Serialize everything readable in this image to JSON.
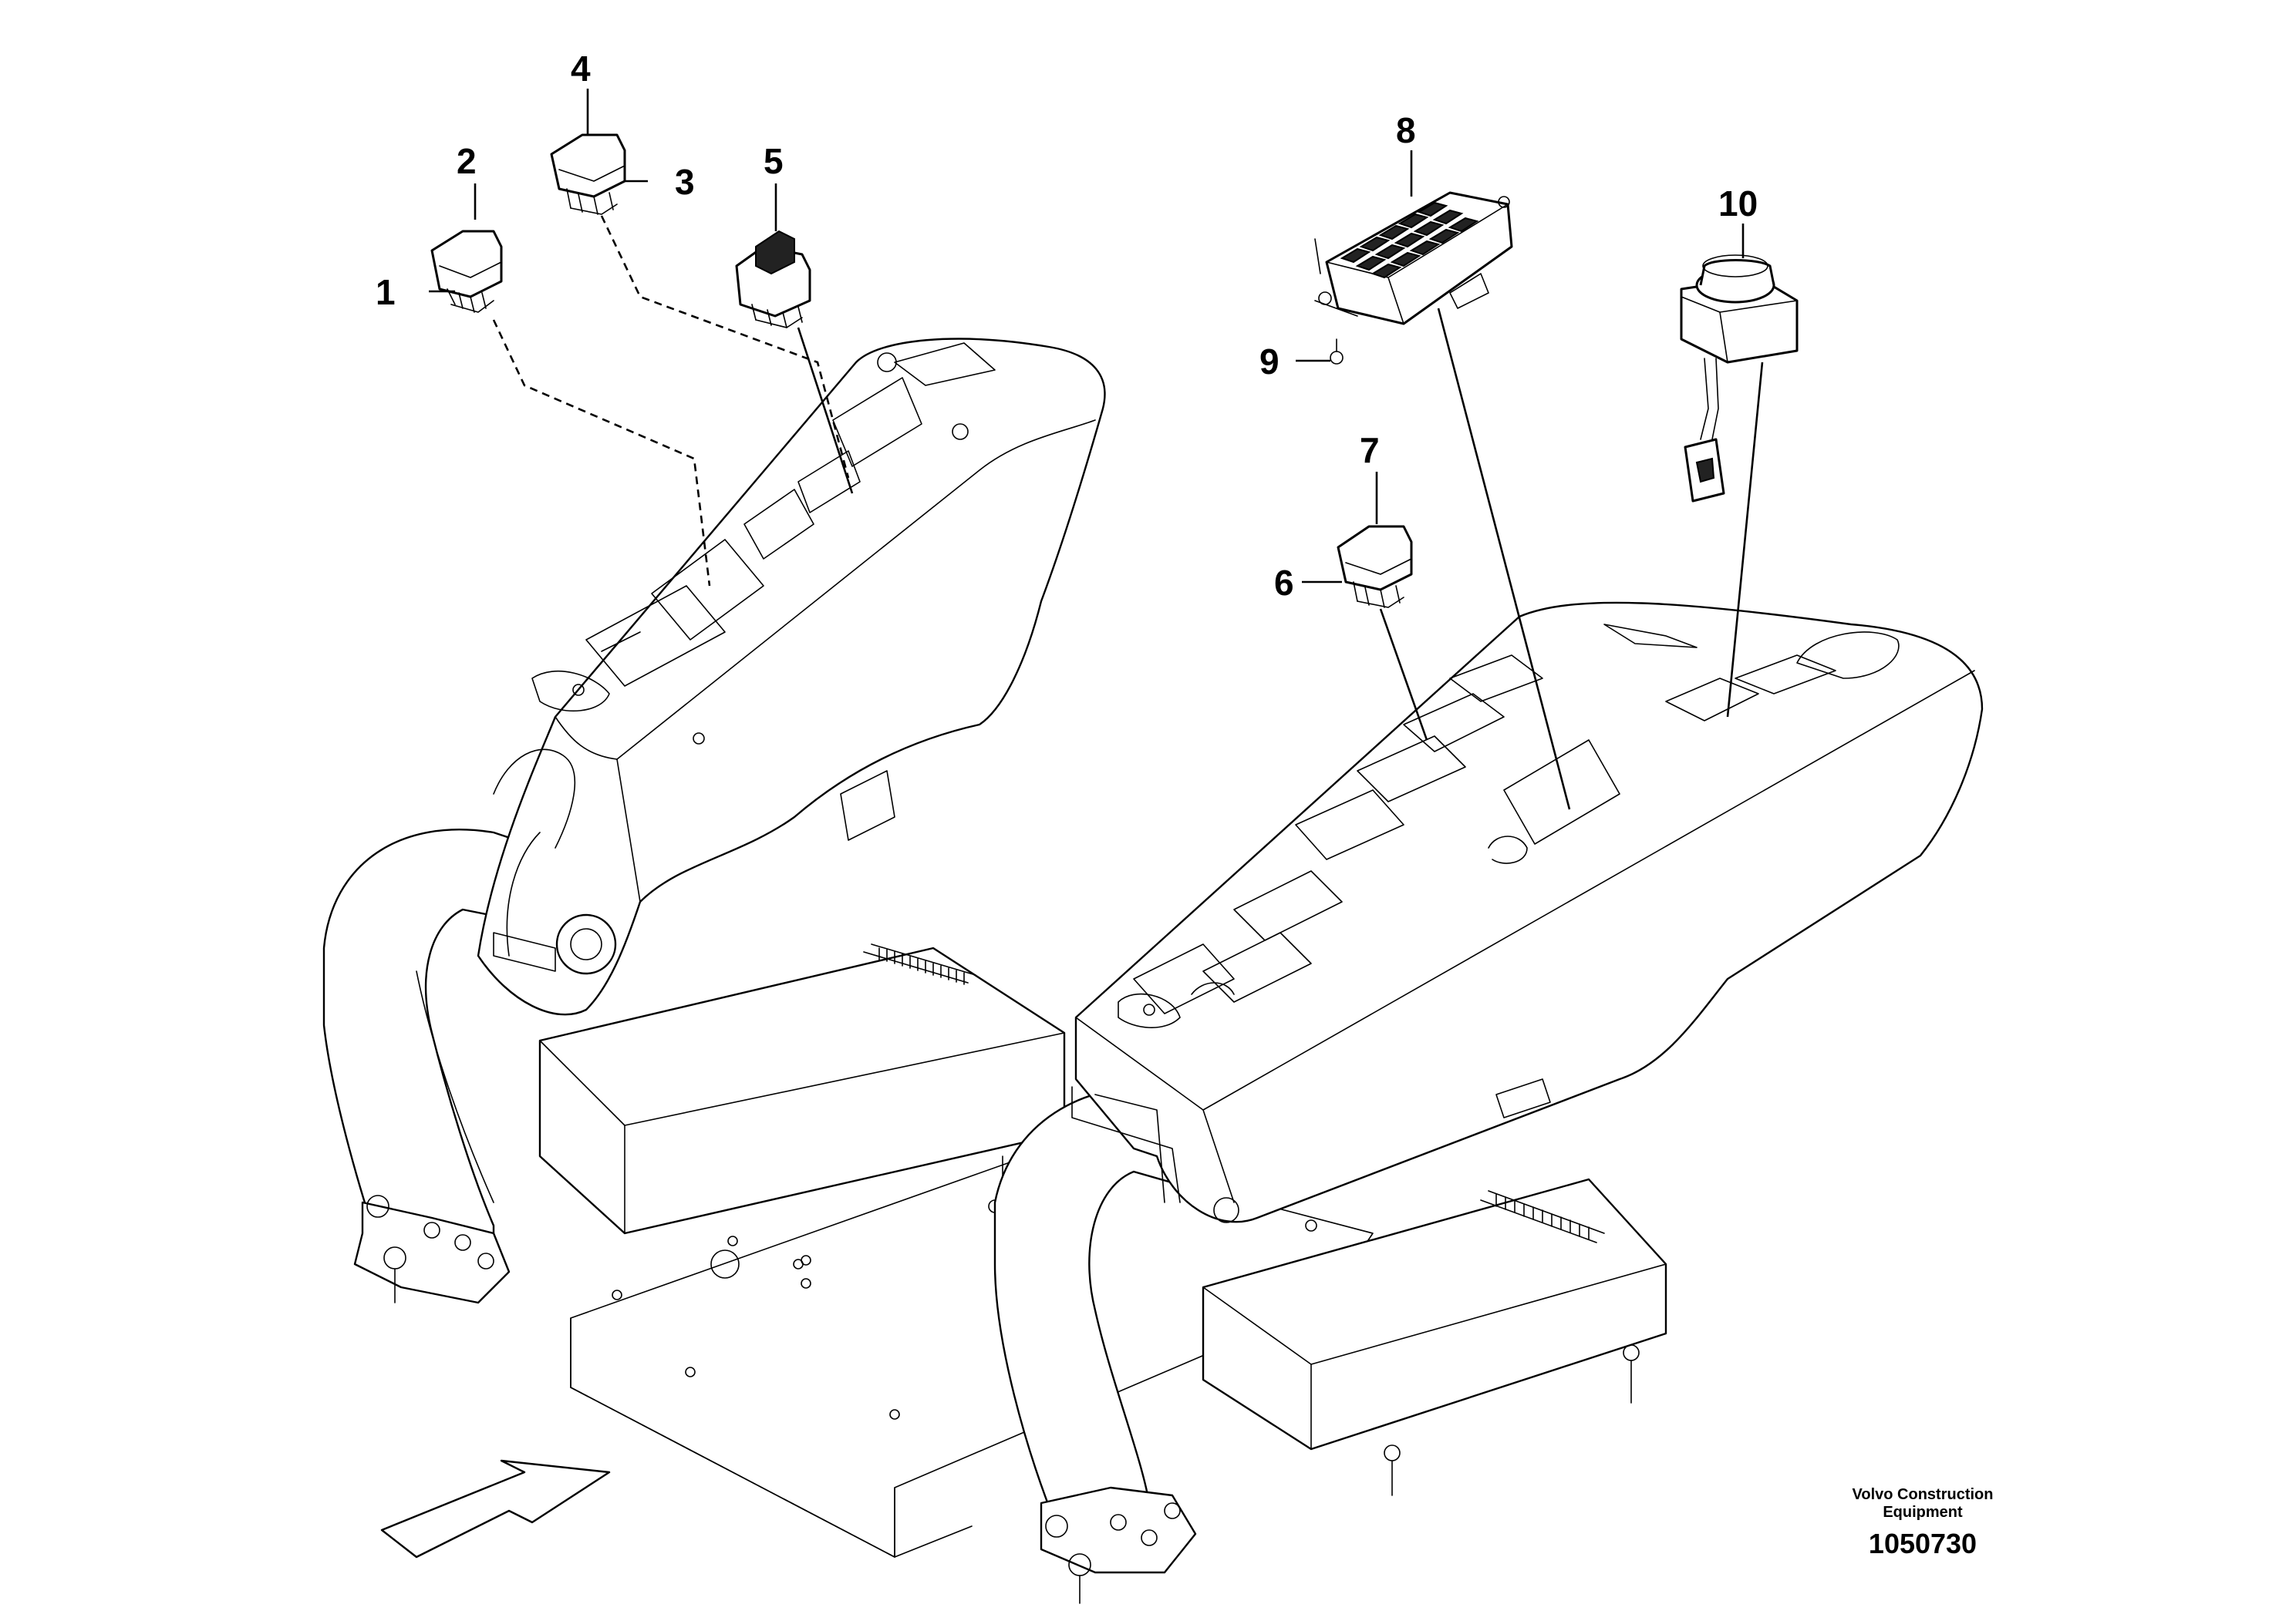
{
  "callouts": [
    {
      "id": "1",
      "label": "1"
    },
    {
      "id": "2",
      "label": "2"
    },
    {
      "id": "3",
      "label": "3"
    },
    {
      "id": "4",
      "label": "4"
    },
    {
      "id": "5",
      "label": "5"
    },
    {
      "id": "6",
      "label": "6"
    },
    {
      "id": "7",
      "label": "7"
    },
    {
      "id": "8",
      "label": "8"
    },
    {
      "id": "9",
      "label": "9"
    },
    {
      "id": "10",
      "label": "10"
    }
  ],
  "footer": {
    "brand_line1": "Volvo Construction",
    "brand_line2": "Equipment",
    "drawing_number": "1050730"
  }
}
